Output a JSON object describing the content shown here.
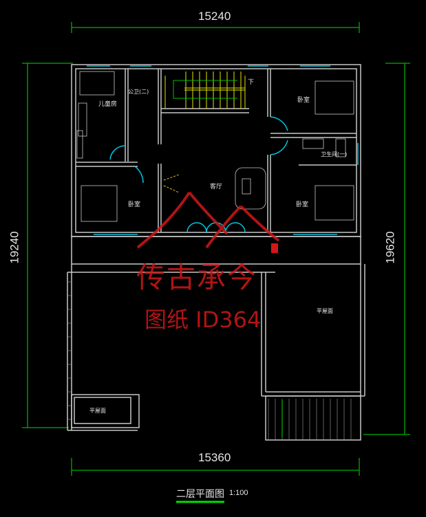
{
  "dimensions": {
    "top": "15240",
    "bottom": "15360",
    "left": "19240",
    "right": "19620"
  },
  "rooms": {
    "kids_room": "儿童房",
    "public_bath": "公卫(二)",
    "stair_down": "下",
    "bedroom_ne": "卧室",
    "bath_one": "卫生间(一)",
    "living_room": "客厅",
    "bedroom_w": "卧室",
    "bedroom_e": "卧室",
    "flat_roof_e": "平屋面",
    "flat_roof_sw": "平屋面"
  },
  "title": {
    "name": "二层平面图",
    "scale": "1:100"
  },
  "watermark": {
    "brand": "传古承今",
    "id_text": "图纸 ID364"
  },
  "colors": {
    "wall": "#c8c8c8",
    "window": "#00c8e0",
    "dim_line": "#00e000",
    "stair": "#e6e600",
    "watermark": "#d01818"
  }
}
